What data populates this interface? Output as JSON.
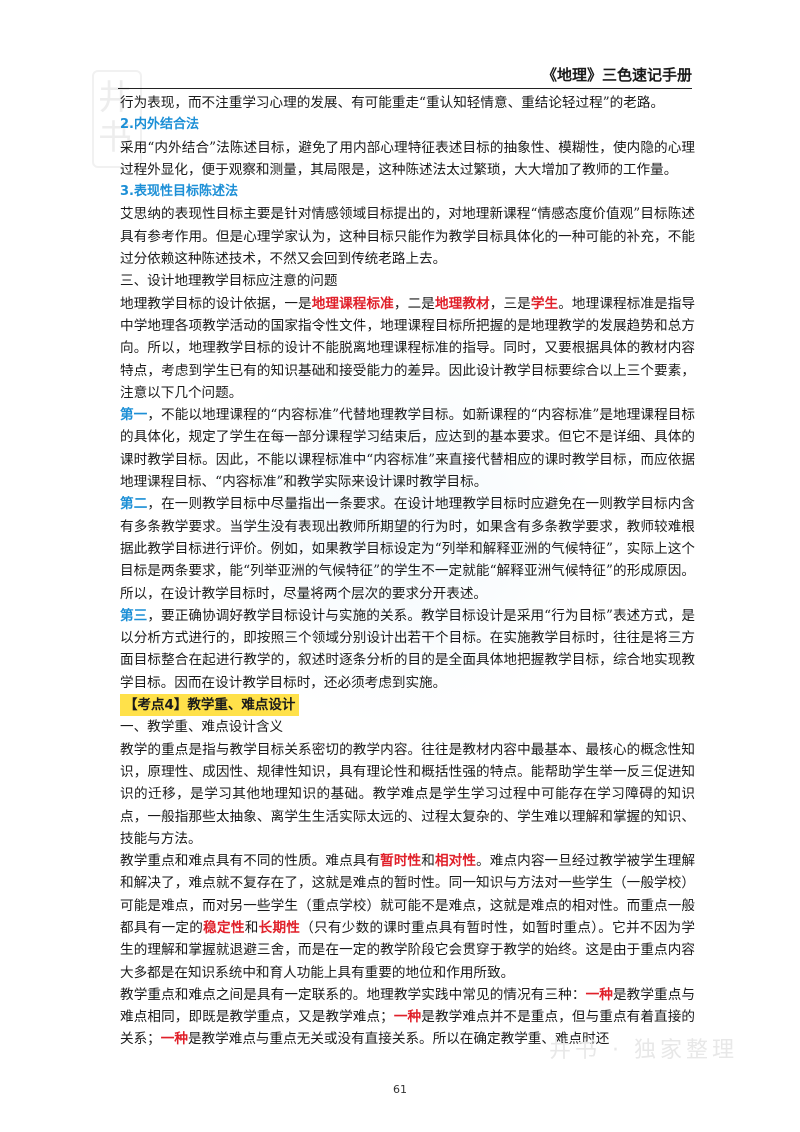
{
  "header": {
    "title": "《地理》三色速记手册"
  },
  "logo": {
    "glyph": "井书"
  },
  "content": {
    "p1": "行为表现，而不注重学习心理的发展、有可能重走“重认知轻情意、重结论轻过程”的老路。",
    "h2": "2.内外结合法",
    "p2": "采用“内外结合”法陈述目标，避免了用内部心理特征表述目标的抽象性、模糊性，使内隐的心理过程外显化，便于观察和测量，其局限是，这种陈述法太过繁琐，大大增加了教师的工作量。",
    "h3": "3.表现性目标陈述法",
    "p3": "艾思纳的表现性目标主要是针对情感领域目标提出的，对地理新课程“情感态度价值观”目标陈述具有参考作用。但是心理学家认为，这种目标只能作为教学目标具体化的一种可能的补充，不能过分依赖这种陈述技术，不然又会回到传统老路上去。",
    "sec3": "三、设计地理教学目标应注意的问题",
    "p4a": "地理教学目标的设计依据，一是",
    "p4r1": "地理课程标准",
    "p4b": "，二是",
    "p4r2": "地理教材",
    "p4c": "，三是",
    "p4r3": "学生",
    "p4d": "。地理课程标准是指导中学地理各项教学活动的国家指令性文件，地理课程目标所把握的是地理教学的发展趋势和总方向。所以，地理教学目标的设计不能脱离地理课程标准的指导。同时，又要根据具体的教材内容特点，考虑到学生已有的知识基础和接受能力的差异。因此设计教学目标要综合以上三个要素，注意以下几个问题。",
    "p5k": "第一",
    "p5": "，不能以地理课程的“内容标准”代替地理教学目标。如新课程的“内容标准”是地理课程目标的具体化，规定了学生在每一部分课程学习结束后，应达到的基本要求。但它不是详细、具体的课时教学目标。因此，不能以课程标准中“内容标准”来直接代替相应的课时教学目标，而应依据地理课程目标、“内容标准”和教学实际来设计课时教学目标。",
    "p6k": "第二",
    "p6": "，在一则教学目标中尽量指出一条要求。在设计地理教学目标时应避免在一则教学目标内含有多条教学要求。当学生没有表现出教师所期望的行为时，如果含有多条教学要求，教师较难根据此教学目标进行评价。例如，如果教学目标设定为“列举和解释亚洲的气候特征”，实际上这个目标是两条要求，能“列举亚洲的气候特征”的学生不一定就能“解释亚洲气候特征”的形成原因。所以，在设计教学目标时，尽量将两个层次的要求分开表述。",
    "p7k": "第三",
    "p7": "，要正确协调好教学目标设计与实施的关系。教学目标设计是采用“行为目标”表述方式，是以分析方式进行的，即按照三个领域分别设计出若干个目标。在实施教学目标时，往往是将三方面目标整合在起进行教学的，叙述时逐条分析的目的是全面具体地把握教学目标，综合地实现教学目标。因而在设计教学目标时，还必须考虑到实施。",
    "kaodian": "【考点4】教学重、难点设计",
    "sec1": "一、教学重、难点设计含义",
    "p8": "教学的重点是指与教学目标关系密切的教学内容。往往是教材内容中最基本、最核心的概念性知识，原理性、成因性、规律性知识，具有理论性和概括性强的特点。能帮助学生举一反三促进知识的迁移，是学习其他地理知识的基础。教学难点是学生学习过程中可能存在学习障碍的知识点，一般指那些太抽象、离学生生活实际太远的、过程太复杂的、学生难以理解和掌握的知识、技能与方法。",
    "p9a": "教学重点和难点具有不同的性质。难点具有",
    "p9r1": "暂时性",
    "p9b": "和",
    "p9r2": "相对性",
    "p9c": "。难点内容一旦经过教学被学生理解和解决了，难点就不复存在了，这就是难点的暂时性。同一知识与方法对一些学生（一般学校）可能是难点，而对另一些学生（重点学校）就可能不是难点，这就是难点的相对性。而重点一般都具有一定的",
    "p9r3": "稳定性",
    "p9d": "和",
    "p9r4": "长期性",
    "p9e": "（只有少数的课时重点具有暂时性，如暂时重点）。它并不因为学生的理解和掌握就退避三舍，而是在一定的教学阶段它会贯穿于教学的始终。这是由于重点内容大多都是在知识系统中和育人功能上具有重要的地位和作用所致。",
    "p10a": "教学重点和难点之间是具有一定联系的。地理教学实践中常见的情况有三种：",
    "p10r1": "一种",
    "p10b": "是教学重点与难点相同，即既是教学重点，又是教学难点；",
    "p10r2": "一种",
    "p10c": "是教学难点并不是重点，但与重点有着直接的关系；",
    "p10r3": "一种",
    "p10d": "是教学难点与重点无关或没有直接关系。所以在确定教学重、难点时还"
  },
  "footer": {
    "page": "61",
    "watermark": "井书 · 独家整理"
  },
  "colors": {
    "blue": "#1c8fd6",
    "red": "#e0202a",
    "highlight": "#ffe14a"
  }
}
